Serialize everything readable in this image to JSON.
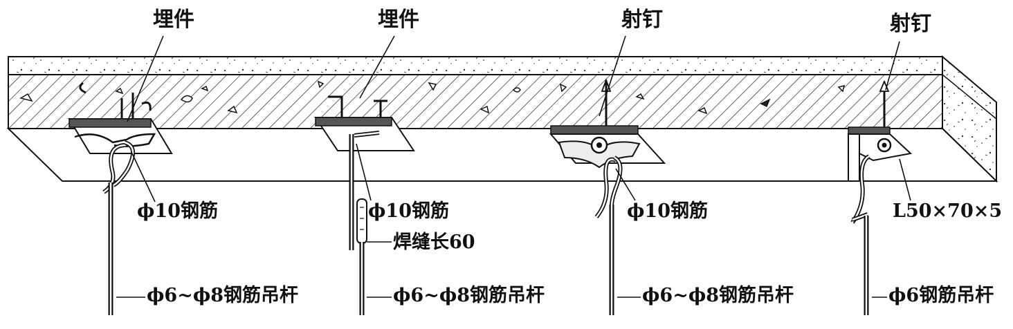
{
  "labels": {
    "top": [
      "埋件",
      "埋件",
      "射钉",
      "射钉"
    ],
    "rebar": [
      "ϕ10钢筋",
      "ϕ10钢筋",
      "ϕ10钢筋"
    ],
    "weld": "焊缝长60",
    "angle": "L50×70×5",
    "rods": [
      "ϕ6~ϕ8钢筋吊杆",
      "ϕ6~ϕ8钢筋吊杆",
      "ϕ6~ϕ8钢筋吊杆",
      "ϕ6钢筋吊杆"
    ]
  }
}
